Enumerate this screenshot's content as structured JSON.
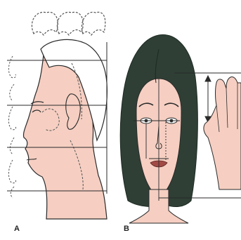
{
  "figure": {
    "panel_a_label": "A",
    "panel_b_label": "B"
  },
  "colors": {
    "skin": "#f6cfc2",
    "hair": "#2f3f35",
    "line": "#2a2a2a",
    "dashed": "#555555",
    "background": "#ffffff"
  },
  "icons": {
    "panel_a": "profile-head-proportions",
    "panel_b": "frontal-face-proportions",
    "hand": "open-hand"
  }
}
